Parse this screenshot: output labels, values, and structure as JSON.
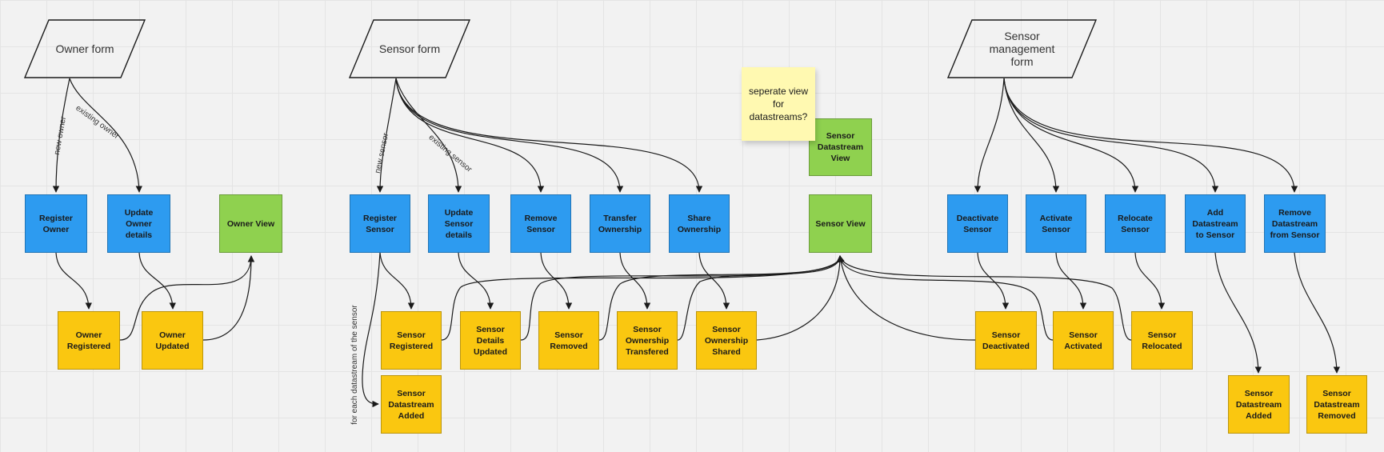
{
  "forms": [
    {
      "id": "owner-form",
      "label": "Owner form"
    },
    {
      "id": "sensor-form",
      "label": "Sensor form"
    },
    {
      "id": "sensor-management-form",
      "label": "Sensor\nmanagement\nform"
    }
  ],
  "commands": [
    {
      "id": "register-owner",
      "label": "Register\nOwner"
    },
    {
      "id": "update-owner-details",
      "label": "Update Owner\ndetails"
    },
    {
      "id": "register-sensor",
      "label": "Register\nSensor"
    },
    {
      "id": "update-sensor-details",
      "label": "Update\nSensor details"
    },
    {
      "id": "remove-sensor",
      "label": "Remove\nSensor"
    },
    {
      "id": "transfer-ownership",
      "label": "Transfer\nOwnership"
    },
    {
      "id": "share-ownership",
      "label": "Share\nOwnership"
    },
    {
      "id": "deactivate-sensor",
      "label": "Deactivate\nSensor"
    },
    {
      "id": "activate-sensor",
      "label": "Activate\nSensor"
    },
    {
      "id": "relocate-sensor",
      "label": "Relocate\nSensor"
    },
    {
      "id": "add-datastream-to-sensor",
      "label": "Add\nDatastream\nto Sensor"
    },
    {
      "id": "remove-datastream-from-sensor",
      "label": "Remove\nDatastream\nfrom Sensor"
    }
  ],
  "views": [
    {
      "id": "owner-view",
      "label": "Owner View"
    },
    {
      "id": "sensor-view",
      "label": "Sensor View"
    },
    {
      "id": "sensor-datastream-view",
      "label": "Sensor\nDatastream\nView"
    }
  ],
  "events": [
    {
      "id": "owner-registered",
      "label": "Owner\nRegistered"
    },
    {
      "id": "owner-updated",
      "label": "Owner\nUpdated"
    },
    {
      "id": "sensor-registered",
      "label": "Sensor\nRegistered"
    },
    {
      "id": "sensor-details-updated",
      "label": "Sensor\nDetails\nUpdated"
    },
    {
      "id": "sensor-removed",
      "label": "Sensor\nRemoved"
    },
    {
      "id": "sensor-ownership-transfered",
      "label": "Sensor\nOwnership\nTransfered"
    },
    {
      "id": "sensor-ownership-shared",
      "label": "Sensor\nOwnership\nShared"
    },
    {
      "id": "sensor-datastream-added-1",
      "label": "Sensor\nDatastream\nAdded"
    },
    {
      "id": "sensor-deactivated",
      "label": "Sensor\nDeactivated"
    },
    {
      "id": "sensor-activated",
      "label": "Sensor\nActivated"
    },
    {
      "id": "sensor-relocated",
      "label": "Sensor\nRelocated"
    },
    {
      "id": "sensor-datastream-added-2",
      "label": "Sensor\nDatastream\nAdded"
    },
    {
      "id": "sensor-datastream-removed",
      "label": "Sensor\nDatastream\nRemoved"
    }
  ],
  "sticky_note": {
    "text": "seperate view\nfor\ndatastreams?"
  },
  "edge_labels": {
    "new_owner": "new owner",
    "existing_owner": "existing owner",
    "new_sensor": "new sensor",
    "existing_sensor": "existing sensor",
    "for_each_datastream": "for each datastream of the sensor"
  },
  "colors": {
    "command": "#2d9bf0",
    "view": "#8fd14f",
    "event": "#fac710",
    "sticky": "#fff9b1",
    "connector": "#1a1a1a"
  }
}
